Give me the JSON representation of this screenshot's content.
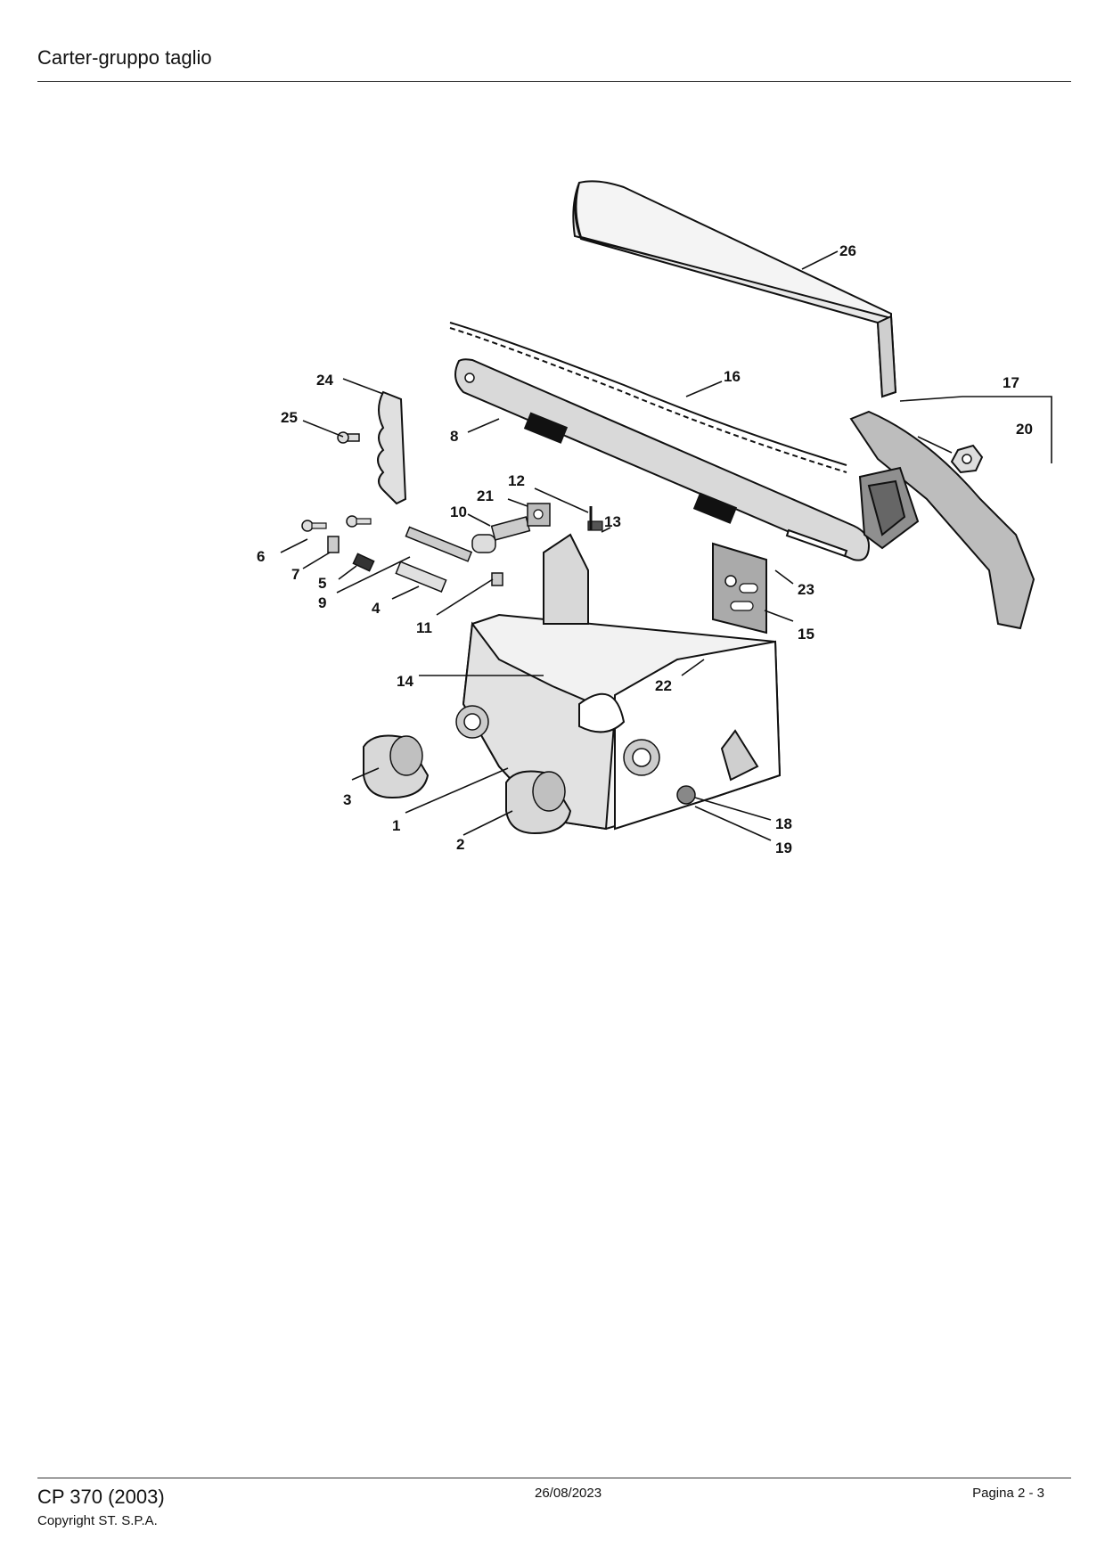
{
  "header": {
    "title": "Carter-gruppo taglio"
  },
  "footer": {
    "model": "CP 370 (2003)",
    "copyright": "Copyright ST. S.P.A.",
    "date": "26/08/2023",
    "page": "Pagina 2 - 3"
  },
  "callouts": {
    "c1": "1",
    "c2": "2",
    "c3": "3",
    "c4": "4",
    "c5": "5",
    "c6": "6",
    "c7": "7",
    "c8": "8",
    "c9": "9",
    "c10": "10",
    "c11": "11",
    "c12": "12",
    "c13": "13",
    "c14": "14",
    "c15": "15",
    "c16": "16",
    "c17": "17",
    "c18": "18",
    "c19": "19",
    "c20": "20",
    "c21": "21",
    "c22": "22",
    "c23": "23",
    "c24": "24",
    "c25": "25",
    "c26": "26"
  }
}
